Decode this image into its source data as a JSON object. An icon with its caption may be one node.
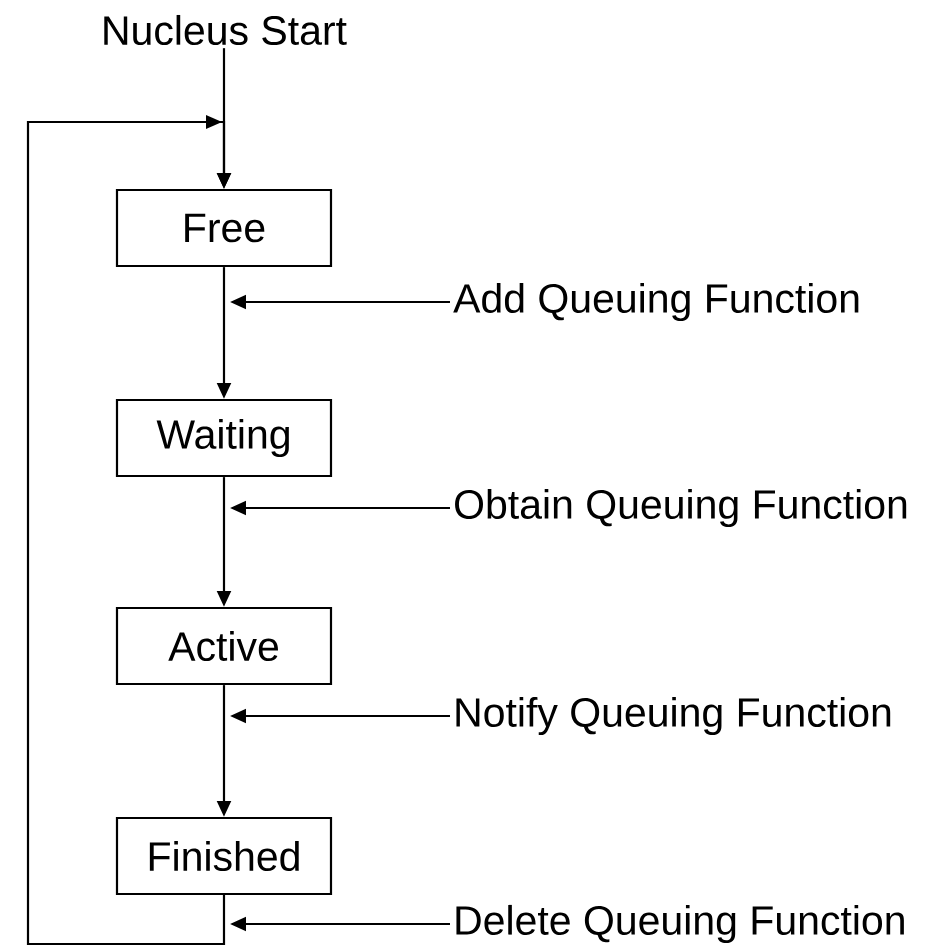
{
  "diagram": {
    "nodes": [
      {
        "text": [
          "Nucleus Start"
        ]
      },
      {
        "text": [
          "Free"
        ]
      },
      {
        "text": [
          "Waiting"
        ]
      },
      {
        "text": [
          "Active"
        ]
      },
      {
        "text": [
          "Finished"
        ]
      },
      {
        "text": [
          "Add Queuing Function"
        ]
      },
      {
        "text": [
          "Obtain Queuing Function"
        ]
      },
      {
        "text": [
          "Notify Queuing Function"
        ]
      },
      {
        "text": [
          "Delete Queuing Function"
        ]
      }
    ],
    "edges": [
      {
        "from": 0,
        "to": 1,
        "arrow": "to"
      },
      {
        "from": 1,
        "to": 2,
        "arrow": "to"
      },
      {
        "from": 2,
        "to": 3,
        "arrow": "to"
      },
      {
        "from": 3,
        "to": 4,
        "arrow": "to"
      },
      {
        "from": 4,
        "to": 1,
        "arrow": "to"
      },
      {
        "from": 5,
        "to": null,
        "arrow": "to"
      },
      {
        "from": 6,
        "to": null,
        "arrow": "to"
      },
      {
        "from": 7,
        "to": null,
        "arrow": "to"
      },
      {
        "from": 8,
        "to": null,
        "arrow": "to"
      }
    ]
  }
}
